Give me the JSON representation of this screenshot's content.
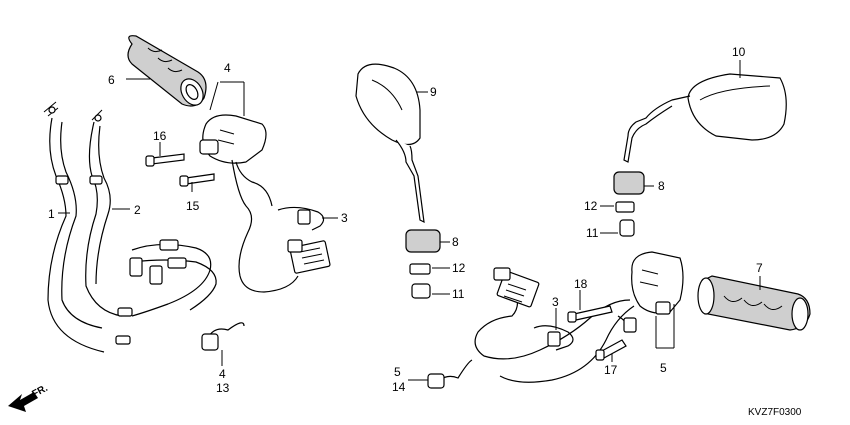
{
  "diagram_code": "KVZ7F0300",
  "direction_marker": "FR.",
  "labels": {
    "1": "1",
    "2": "2",
    "3a": "3",
    "3b": "3",
    "4a": "4",
    "4b": "4",
    "5a": "5",
    "5b": "5",
    "6": "6",
    "7": "7",
    "8a": "8",
    "8b": "8",
    "9": "9",
    "10": "10",
    "11a": "11",
    "11b": "11",
    "12a": "12",
    "12b": "12",
    "13": "13",
    "14": "14",
    "15": "15",
    "16": "16",
    "17": "17",
    "18": "18"
  }
}
